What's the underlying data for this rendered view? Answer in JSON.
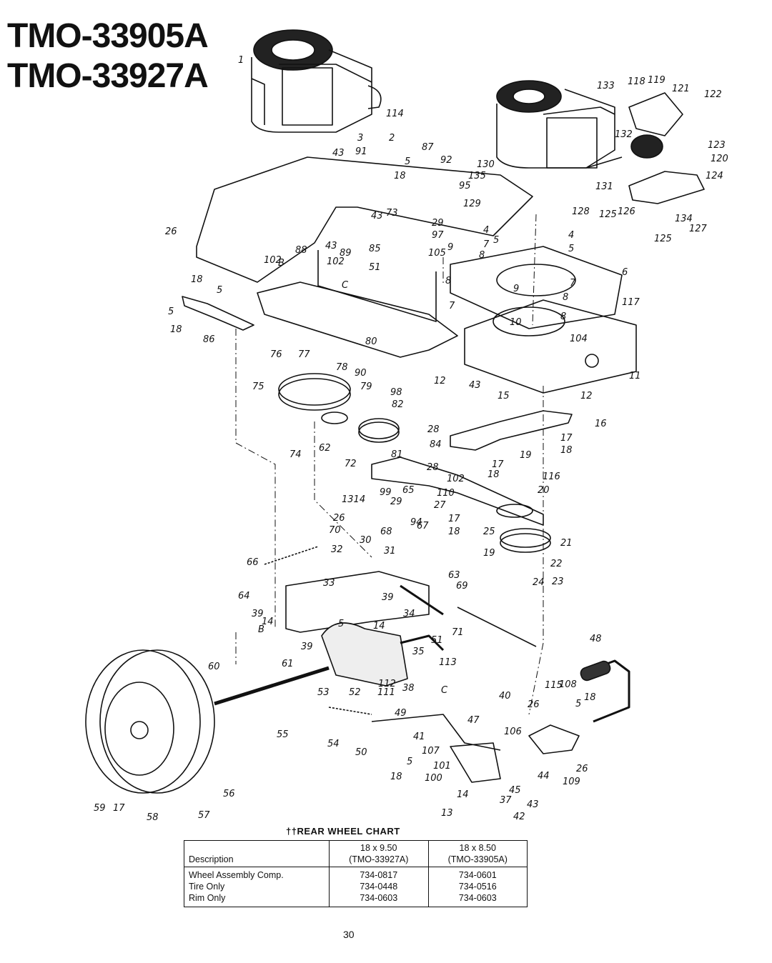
{
  "titles": [
    "TMO-33905A",
    "TMO-33927A"
  ],
  "callouts": [
    {
      "id": "c0",
      "text": "1"
    },
    {
      "id": "c1",
      "text": "114"
    },
    {
      "id": "c2",
      "text": "3"
    },
    {
      "id": "c3",
      "text": "2"
    },
    {
      "id": "c4",
      "text": "43"
    },
    {
      "id": "c5",
      "text": "91"
    },
    {
      "id": "c6",
      "text": "87"
    },
    {
      "id": "c7",
      "text": "5"
    },
    {
      "id": "c8",
      "text": "92"
    },
    {
      "id": "c9",
      "text": "18"
    },
    {
      "id": "c10",
      "text": "95"
    },
    {
      "id": "c11",
      "text": "43"
    },
    {
      "id": "c12",
      "text": "73"
    },
    {
      "id": "c13",
      "text": "29"
    },
    {
      "id": "c14",
      "text": "97"
    },
    {
      "id": "c15",
      "text": "26"
    },
    {
      "id": "c16",
      "text": "88"
    },
    {
      "id": "c17",
      "text": "43"
    },
    {
      "id": "c18",
      "text": "89"
    },
    {
      "id": "c19",
      "text": "85"
    },
    {
      "id": "c20",
      "text": "4"
    },
    {
      "id": "c21",
      "text": "5"
    },
    {
      "id": "c22",
      "text": "7"
    },
    {
      "id": "c23",
      "text": "105"
    },
    {
      "id": "c24",
      "text": "9"
    },
    {
      "id": "c25",
      "text": "8"
    },
    {
      "id": "c26",
      "text": "102"
    },
    {
      "id": "c27",
      "text": "B"
    },
    {
      "id": "c28",
      "text": "102"
    },
    {
      "id": "c29",
      "text": "51"
    },
    {
      "id": "c30",
      "text": "18"
    },
    {
      "id": "c31",
      "text": "5"
    },
    {
      "id": "c32",
      "text": "C"
    },
    {
      "id": "c33",
      "text": "8"
    },
    {
      "id": "c34",
      "text": "7"
    },
    {
      "id": "c35",
      "text": "5"
    },
    {
      "id": "c36",
      "text": "18"
    },
    {
      "id": "c37",
      "text": "86"
    },
    {
      "id": "c38",
      "text": "133"
    },
    {
      "id": "c39",
      "text": "118"
    },
    {
      "id": "c40",
      "text": "119"
    },
    {
      "id": "c41",
      "text": "121"
    },
    {
      "id": "c42",
      "text": "122"
    },
    {
      "id": "c43",
      "text": "130"
    },
    {
      "id": "c44",
      "text": "132"
    },
    {
      "id": "c45",
      "text": "123"
    },
    {
      "id": "c46",
      "text": "120"
    },
    {
      "id": "c47",
      "text": "135"
    },
    {
      "id": "c48",
      "text": "124"
    },
    {
      "id": "c49",
      "text": "129"
    },
    {
      "id": "c50",
      "text": "131"
    },
    {
      "id": "c51",
      "text": "128"
    },
    {
      "id": "c52",
      "text": "125"
    },
    {
      "id": "c53",
      "text": "126"
    },
    {
      "id": "c54",
      "text": "134"
    },
    {
      "id": "c55",
      "text": "127"
    },
    {
      "id": "c56",
      "text": "125"
    },
    {
      "id": "c57",
      "text": "4"
    },
    {
      "id": "c58",
      "text": "5"
    },
    {
      "id": "c59",
      "text": "6"
    },
    {
      "id": "c60",
      "text": "9"
    },
    {
      "id": "c61",
      "text": "7"
    },
    {
      "id": "c62",
      "text": "8"
    },
    {
      "id": "c63",
      "text": "117"
    },
    {
      "id": "c64",
      "text": "10"
    },
    {
      "id": "c65",
      "text": "8"
    },
    {
      "id": "c66",
      "text": "104"
    },
    {
      "id": "c67",
      "text": "11"
    },
    {
      "id": "c68",
      "text": "80"
    },
    {
      "id": "c69",
      "text": "76"
    },
    {
      "id": "c70",
      "text": "77"
    },
    {
      "id": "c71",
      "text": "78"
    },
    {
      "id": "c72",
      "text": "90"
    },
    {
      "id": "c73",
      "text": "75"
    },
    {
      "id": "c74",
      "text": "79"
    },
    {
      "id": "c75",
      "text": "98"
    },
    {
      "id": "c76",
      "text": "82"
    },
    {
      "id": "c77",
      "text": "12"
    },
    {
      "id": "c78",
      "text": "43"
    },
    {
      "id": "c79",
      "text": "15"
    },
    {
      "id": "c80",
      "text": "12"
    },
    {
      "id": "c81",
      "text": "16"
    },
    {
      "id": "c82",
      "text": "74"
    },
    {
      "id": "c83",
      "text": "62"
    },
    {
      "id": "c84",
      "text": "28"
    },
    {
      "id": "c85",
      "text": "84"
    },
    {
      "id": "c86",
      "text": "81"
    },
    {
      "id": "c87",
      "text": "72"
    },
    {
      "id": "c88",
      "text": "17"
    },
    {
      "id": "c89",
      "text": "18"
    },
    {
      "id": "c90",
      "text": "17"
    },
    {
      "id": "c91",
      "text": "19"
    },
    {
      "id": "c92",
      "text": "18"
    },
    {
      "id": "c93",
      "text": "116"
    },
    {
      "id": "c94",
      "text": "20"
    },
    {
      "id": "c95",
      "text": "28"
    },
    {
      "id": "c96",
      "text": "102"
    },
    {
      "id": "c97",
      "text": "99"
    },
    {
      "id": "c98",
      "text": "65"
    },
    {
      "id": "c99",
      "text": "110"
    },
    {
      "id": "c100",
      "text": "29"
    },
    {
      "id": "c101",
      "text": "27"
    },
    {
      "id": "c102",
      "text": "1314"
    },
    {
      "id": "c103",
      "text": "94"
    },
    {
      "id": "c104",
      "text": "17"
    },
    {
      "id": "c105",
      "text": "18"
    },
    {
      "id": "c106",
      "text": "25"
    },
    {
      "id": "c107",
      "text": "21"
    },
    {
      "id": "c108",
      "text": "26"
    },
    {
      "id": "c109",
      "text": "70"
    },
    {
      "id": "c110",
      "text": "30"
    },
    {
      "id": "c111",
      "text": "68"
    },
    {
      "id": "c112",
      "text": "67"
    },
    {
      "id": "c113",
      "text": "19"
    },
    {
      "id": "c114",
      "text": "66"
    },
    {
      "id": "c115",
      "text": "31"
    },
    {
      "id": "c116",
      "text": "32"
    },
    {
      "id": "c117",
      "text": "22"
    },
    {
      "id": "c118",
      "text": "63"
    },
    {
      "id": "c119",
      "text": "33"
    },
    {
      "id": "c120",
      "text": "69"
    },
    {
      "id": "c121",
      "text": "24"
    },
    {
      "id": "c122",
      "text": "23"
    },
    {
      "id": "c123",
      "text": "64"
    },
    {
      "id": "c124",
      "text": "39"
    },
    {
      "id": "c125",
      "text": "39"
    },
    {
      "id": "c126",
      "text": "14"
    },
    {
      "id": "c127",
      "text": "34"
    },
    {
      "id": "c128",
      "text": "B"
    },
    {
      "id": "c129",
      "text": "5"
    },
    {
      "id": "c130",
      "text": "14"
    },
    {
      "id": "c131",
      "text": "71"
    },
    {
      "id": "c132",
      "text": "48"
    },
    {
      "id": "c133",
      "text": "51"
    },
    {
      "id": "c134",
      "text": "39"
    },
    {
      "id": "c135",
      "text": "35"
    },
    {
      "id": "c136",
      "text": "60"
    },
    {
      "id": "c137",
      "text": "61"
    },
    {
      "id": "c138",
      "text": "113"
    },
    {
      "id": "c139",
      "text": "112"
    },
    {
      "id": "c140",
      "text": "38"
    },
    {
      "id": "c141",
      "text": "C"
    },
    {
      "id": "c142",
      "text": "53"
    },
    {
      "id": "c143",
      "text": "52"
    },
    {
      "id": "c144",
      "text": "111"
    },
    {
      "id": "c145",
      "text": "40"
    },
    {
      "id": "c146",
      "text": "115"
    },
    {
      "id": "c147",
      "text": "108"
    },
    {
      "id": "c148",
      "text": "26"
    },
    {
      "id": "c149",
      "text": "5"
    },
    {
      "id": "c150",
      "text": "18"
    },
    {
      "id": "c151",
      "text": "49"
    },
    {
      "id": "c152",
      "text": "47"
    },
    {
      "id": "c153",
      "text": "55"
    },
    {
      "id": "c154",
      "text": "54"
    },
    {
      "id": "c155",
      "text": "50"
    },
    {
      "id": "c156",
      "text": "41"
    },
    {
      "id": "c157",
      "text": "106"
    },
    {
      "id": "c158",
      "text": "107"
    },
    {
      "id": "c159",
      "text": "26"
    },
    {
      "id": "c160",
      "text": "5"
    },
    {
      "id": "c161",
      "text": "101"
    },
    {
      "id": "c162",
      "text": "44"
    },
    {
      "id": "c163",
      "text": "109"
    },
    {
      "id": "c164",
      "text": "18"
    },
    {
      "id": "c165",
      "text": "100"
    },
    {
      "id": "c166",
      "text": "45"
    },
    {
      "id": "c167",
      "text": "56"
    },
    {
      "id": "c168",
      "text": "14"
    },
    {
      "id": "c169",
      "text": "37"
    },
    {
      "id": "c170",
      "text": "43"
    },
    {
      "id": "c171",
      "text": "59"
    },
    {
      "id": "c172",
      "text": "17"
    },
    {
      "id": "c173",
      "text": "58"
    },
    {
      "id": "c174",
      "text": "57"
    },
    {
      "id": "c175",
      "text": "13"
    },
    {
      "id": "c176",
      "text": "42"
    }
  ],
  "wheel_chart": {
    "title": "††REAR WHEEL CHART",
    "header": {
      "description": "Description",
      "col1_size": "18 x 9.50",
      "col1_model": "(TMO-33927A)",
      "col2_size": "18 x 8.50",
      "col2_model": "(TMO-33905A)"
    },
    "rows": [
      {
        "description": "Wheel Assembly Comp.",
        "col1": "734-0817",
        "col2": "734-0601"
      },
      {
        "description": "Tire Only",
        "col1": "734-0448",
        "col2": "734-0516"
      },
      {
        "description": "Rim Only",
        "col1": "734-0603",
        "col2": "734-0603"
      }
    ]
  },
  "page_number": "30"
}
